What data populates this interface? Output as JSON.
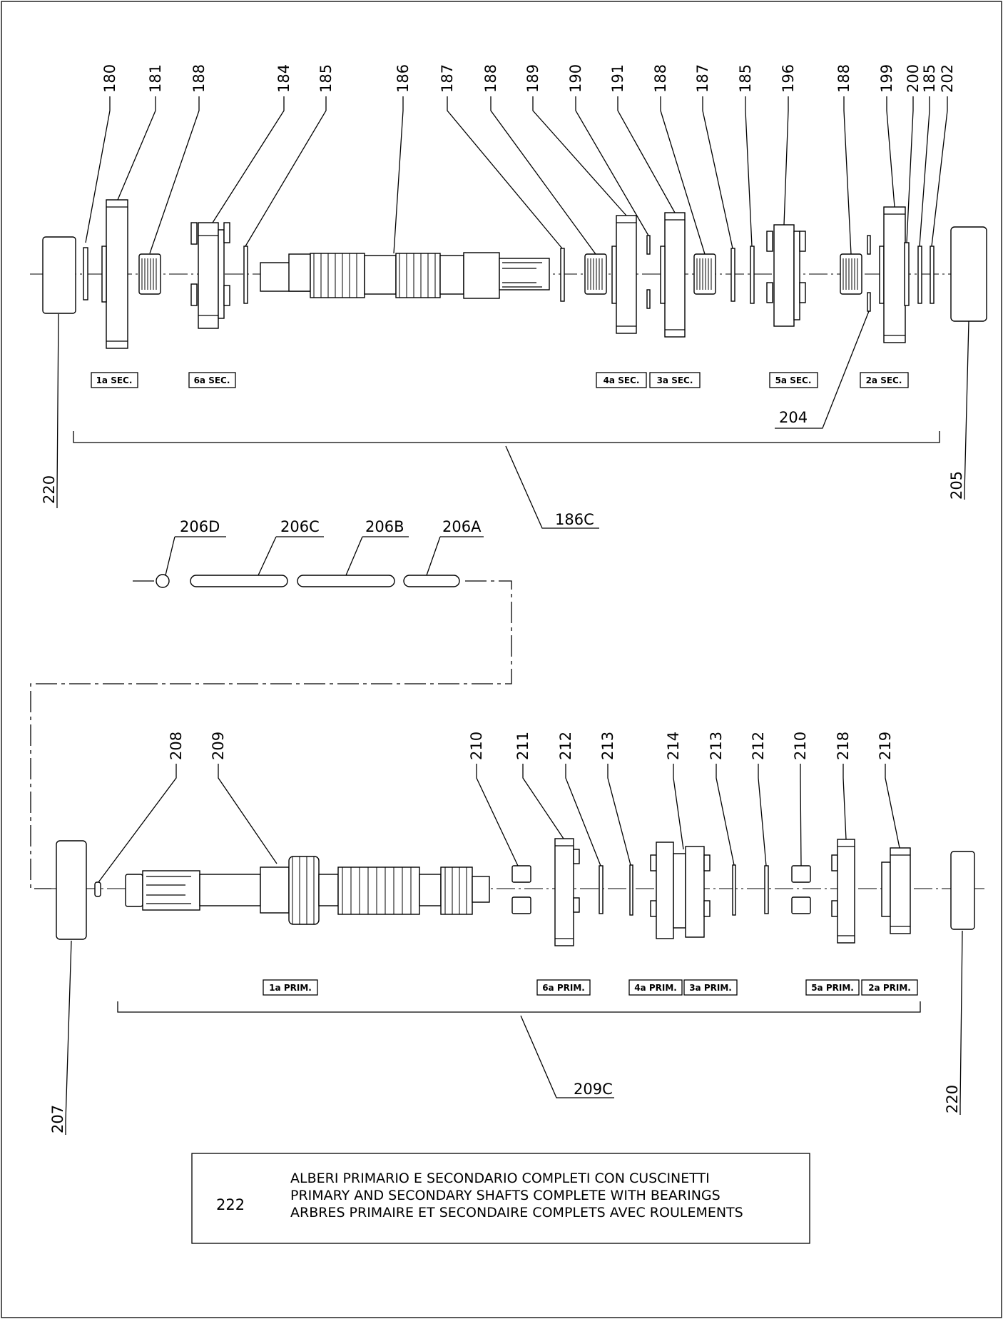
{
  "top_labels": [
    {
      "id": "180",
      "text": "180"
    },
    {
      "id": "181",
      "text": "181"
    },
    {
      "id": "188a",
      "text": "188"
    },
    {
      "id": "184",
      "text": "184"
    },
    {
      "id": "185a",
      "text": "185"
    },
    {
      "id": "186",
      "text": "186"
    },
    {
      "id": "187a",
      "text": "187"
    },
    {
      "id": "188b",
      "text": "188"
    },
    {
      "id": "189",
      "text": "189"
    },
    {
      "id": "190",
      "text": "190"
    },
    {
      "id": "191",
      "text": "191"
    },
    {
      "id": "188c",
      "text": "188"
    },
    {
      "id": "187b",
      "text": "187"
    },
    {
      "id": "185b",
      "text": "185"
    },
    {
      "id": "196",
      "text": "196"
    },
    {
      "id": "188d",
      "text": "188"
    },
    {
      "id": "199",
      "text": "199"
    },
    {
      "id": "200",
      "text": "200"
    },
    {
      "id": "185c",
      "text": "185"
    },
    {
      "id": "202",
      "text": "202"
    }
  ],
  "bottom_labels": [
    {
      "id": "208",
      "text": "208"
    },
    {
      "id": "209",
      "text": "209"
    },
    {
      "id": "210a",
      "text": "210"
    },
    {
      "id": "211",
      "text": "211"
    },
    {
      "id": "212a",
      "text": "212"
    },
    {
      "id": "213a",
      "text": "213"
    },
    {
      "id": "214",
      "text": "214"
    },
    {
      "id": "213b",
      "text": "213"
    },
    {
      "id": "212b",
      "text": "212"
    },
    {
      "id": "210b",
      "text": "210"
    },
    {
      "id": "218",
      "text": "218"
    },
    {
      "id": "219",
      "text": "219"
    }
  ],
  "side_labels": {
    "l220_top": "220",
    "l205": "205",
    "l204": "204",
    "l186c": "186C",
    "l207": "207",
    "l220_bottom": "220",
    "l209c": "209C"
  },
  "pin_labels": [
    "206D",
    "206C",
    "206B",
    "206A"
  ],
  "secondary_tags": [
    "1a SEC.",
    "6a SEC.",
    "4a SEC.",
    "3a SEC.",
    "5a SEC.",
    "2a SEC."
  ],
  "primary_tags": [
    "1a PRIM.",
    "6a PRIM.",
    "4a PRIM.",
    "3a PRIM.",
    "5a PRIM.",
    "2a PRIM."
  ],
  "title_block": {
    "number": "222",
    "line_it": "ALBERI PRIMARIO E SECONDARIO COMPLETI CON CUSCINETTI",
    "line_en": "PRIMARY AND SECONDARY SHAFTS COMPLETE WITH BEARINGS",
    "line_fr": "ARBRES PRIMAIRE ET SECONDAIRE COMPLETS AVEC ROULEMENTS"
  }
}
